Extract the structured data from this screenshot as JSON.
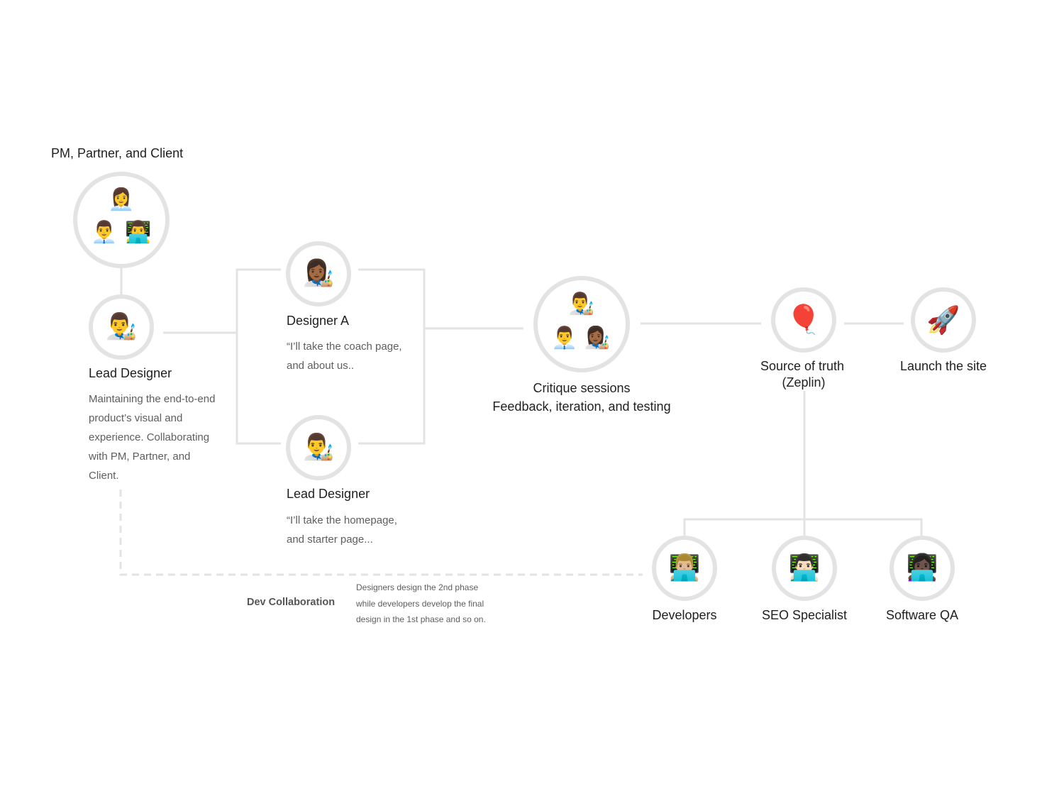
{
  "pm_group": {
    "title": "PM, Partner, and Client",
    "icons": [
      "woman-office-worker-icon",
      "man-office-worker-icon",
      "technologist-icon"
    ]
  },
  "lead_designer": {
    "title": "Lead Designer",
    "description": "Maintaining the end-to-end product’s visual and experience. Collaborating with PM, Partner, and Client."
  },
  "designer_a": {
    "title": "Designer A",
    "quote": "“I’ll take the coach page, and about us.."
  },
  "lead_designer_2": {
    "title": "Lead Designer",
    "quote": "“I’ll take the homepage, and starter page..."
  },
  "critique": {
    "title": "Critique sessions",
    "subtitle": "Feedback, iteration, and testing"
  },
  "source_of_truth": {
    "title": "Source of truth",
    "subtitle": "(Zeplin)",
    "icon": "airship-icon"
  },
  "launch": {
    "title": "Launch the site",
    "icon": "rocket-icon"
  },
  "team": {
    "developers": "Developers",
    "seo": "SEO Specialist",
    "qa": "Software QA"
  },
  "dev_collab": {
    "label": "Dev Collaboration",
    "note_lines": [
      "Designers design the 2nd phase",
      "while developers develop the final",
      "design in the 1st phase and so on."
    ]
  },
  "colors": {
    "connector": "#e3e3e3",
    "node_ring": "#e3e3e3",
    "text": "#1f1f1f",
    "muted": "#5e5e5e"
  }
}
